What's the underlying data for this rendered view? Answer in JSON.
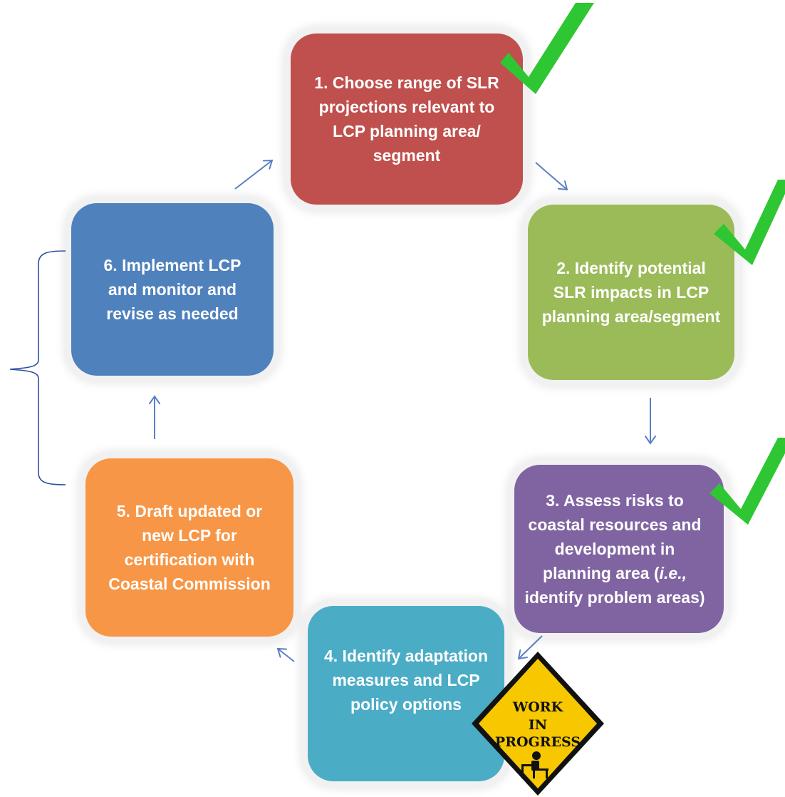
{
  "colors": {
    "step_1": "#c0504d",
    "step_2": "#9bbb59",
    "step_3": "#8064a2",
    "step_4": "#4bacc6",
    "step_5": "#f79646",
    "step_6": "#4f81bd",
    "checkmark": "#2ec632",
    "arrow": "#5b7fc4",
    "bracket": "#2b4f9e",
    "sign_fill": "#f7c800",
    "sign_border": "#111111"
  },
  "steps": [
    {
      "id": "step-1",
      "lines": [
        "1. Choose range of SLR",
        "projections relevant to",
        "LCP planning area/",
        "segment"
      ],
      "completed": true
    },
    {
      "id": "step-2",
      "lines": [
        "2. Identify potential",
        "SLR impacts in LCP",
        "planning area/segment"
      ],
      "completed": true
    },
    {
      "id": "step-3",
      "lines": [
        "3. Assess risks to",
        "coastal resources and",
        "development in"
      ],
      "line_4_prefix": "planning area (",
      "line_4_italic": "i.e.,",
      "line_5": "identify problem areas)",
      "completed": true
    },
    {
      "id": "step-4",
      "lines": [
        "4. Identify adaptation",
        "measures and LCP",
        "policy options"
      ],
      "completed": false
    },
    {
      "id": "step-5",
      "lines": [
        "5. Draft updated or",
        "new LCP for",
        "certification with",
        "Coastal Commission"
      ],
      "completed": false
    },
    {
      "id": "step-6",
      "lines": [
        "6. Implement LCP",
        "and monitor and",
        "revise as needed"
      ],
      "completed": false
    }
  ],
  "status_sign": {
    "lines": [
      "WORK",
      "IN",
      "PROGRESS"
    ],
    "icon": "person-at-desk-icon"
  },
  "icons": {
    "completed": "checkmark-icon",
    "flow": "arrow-icon",
    "grouping": "curly-bracket-icon"
  }
}
